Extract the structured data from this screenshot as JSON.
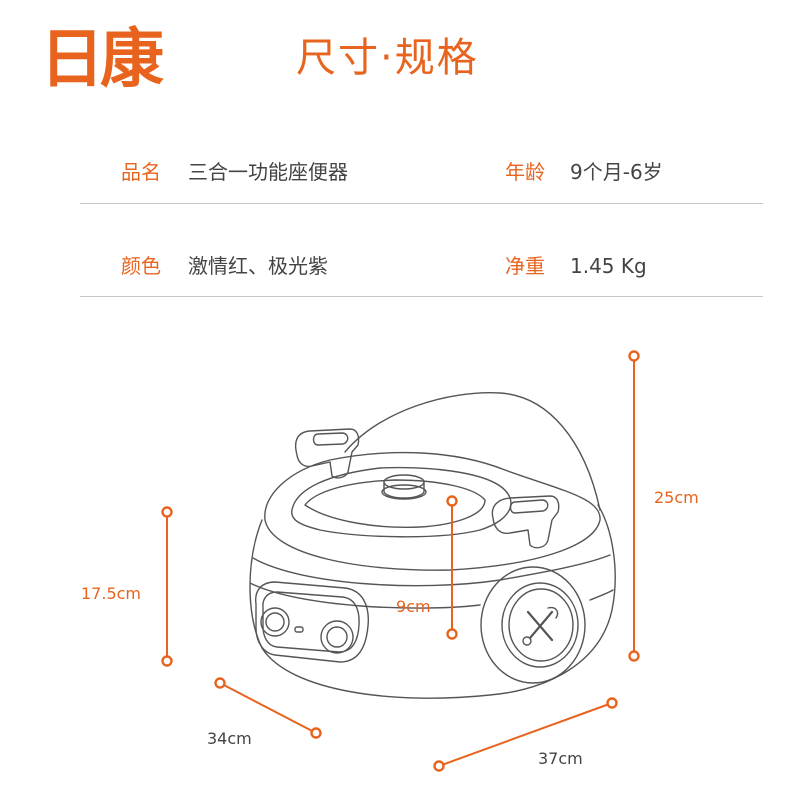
{
  "brand": {
    "logo_text": "日康"
  },
  "title": "尺寸·规格",
  "specs": {
    "name_label": "品名",
    "name_value": "三合一功能座便器",
    "age_label": "年龄",
    "age_value": "9个月-6岁",
    "color_label": "颜色",
    "color_value": "激情红、极光紫",
    "weight_label": "净重",
    "weight_value": "1.45 Kg"
  },
  "dimensions": {
    "height_left": "17.5cm",
    "height_right": "25cm",
    "inner_depth": "9cm",
    "depth": "34cm",
    "width": "37cm"
  },
  "colors": {
    "accent": "#e8641e",
    "text": "#444444",
    "line": "#555555"
  }
}
